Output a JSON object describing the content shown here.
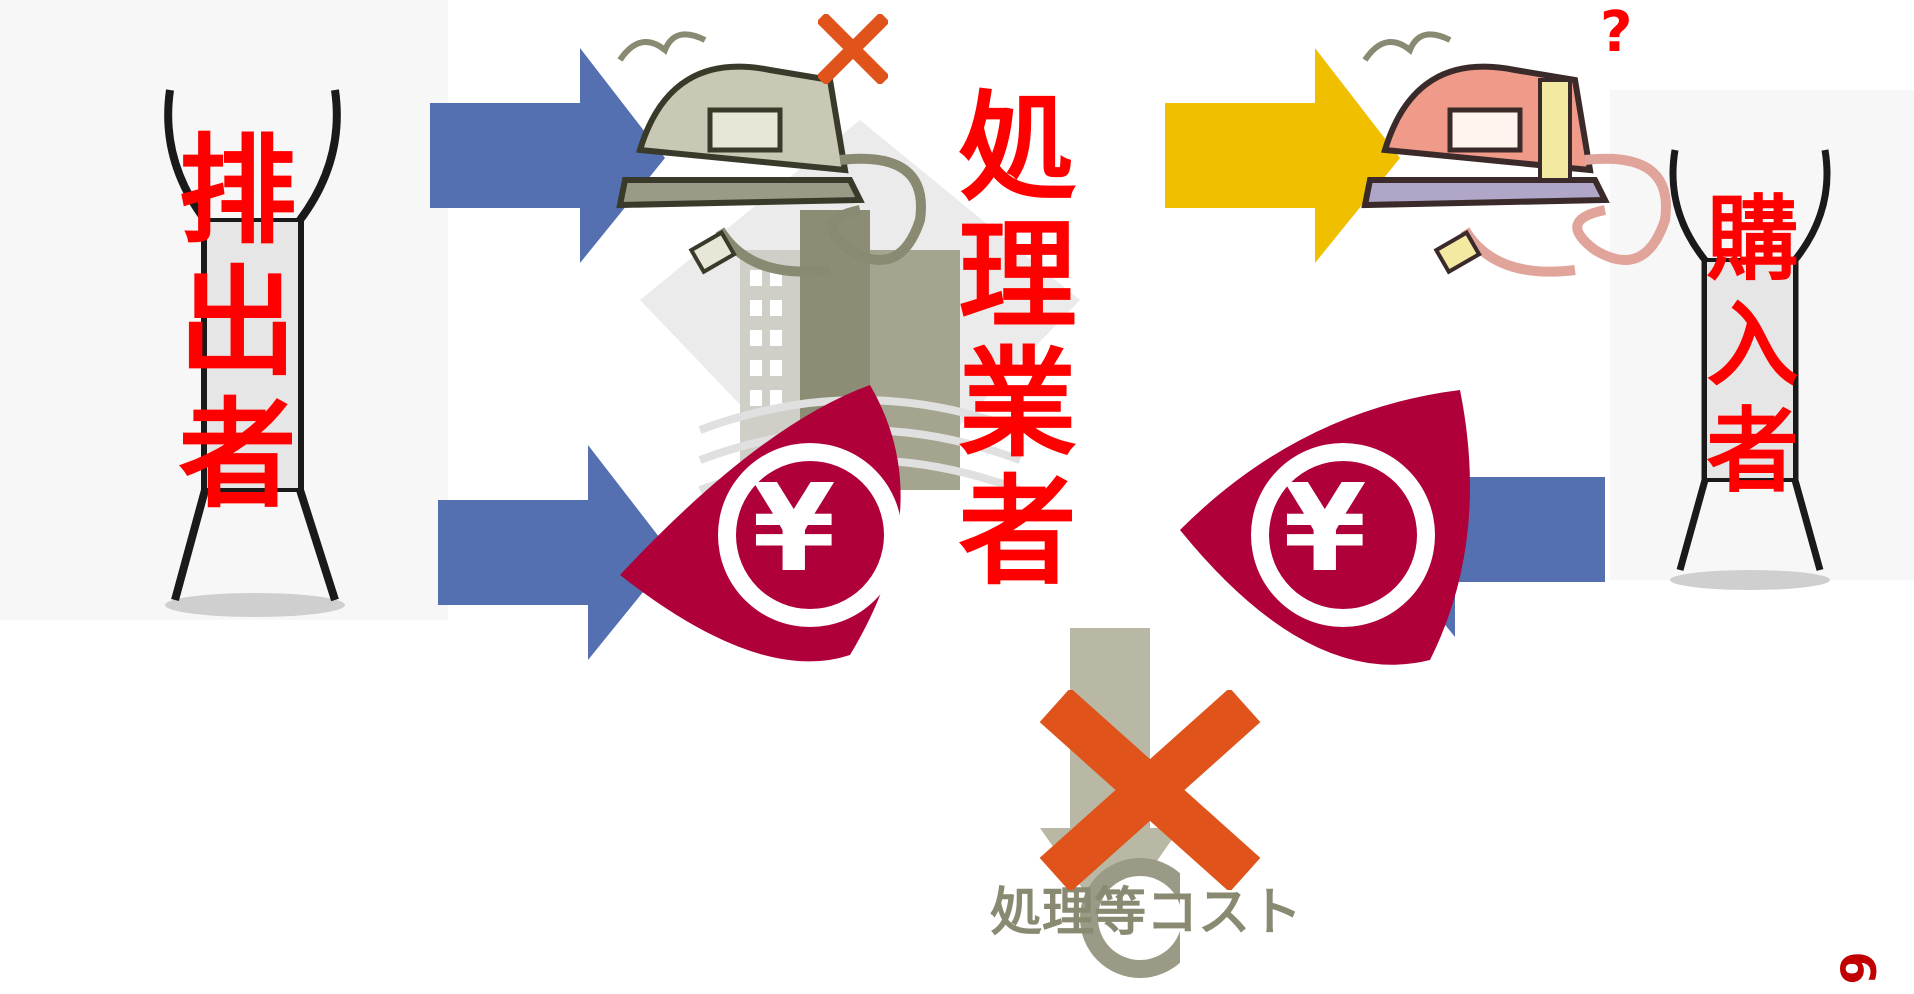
{
  "labels": {
    "emitter": "排出者",
    "processor": "処理業者",
    "buyer": "購入者",
    "cost": "処理等コスト",
    "yen_left": "¥",
    "yen_right": "¥",
    "question": "?",
    "page_number": "6"
  },
  "colors": {
    "flow_arrow_blue": "#5470b0",
    "product_arrow_gold": "#f0c000",
    "yen_badge": "#b0003a",
    "cross_mark": "#e0541c",
    "label_red": "#ff0000",
    "cost_arrow_grey": "#b9b8a5"
  },
  "icons": [
    "emitter-figure-icon",
    "old-iron-icon",
    "new-iron-icon",
    "building-icon",
    "yen-badge-icon",
    "cross-mark-icon",
    "buyer-figure-icon"
  ]
}
